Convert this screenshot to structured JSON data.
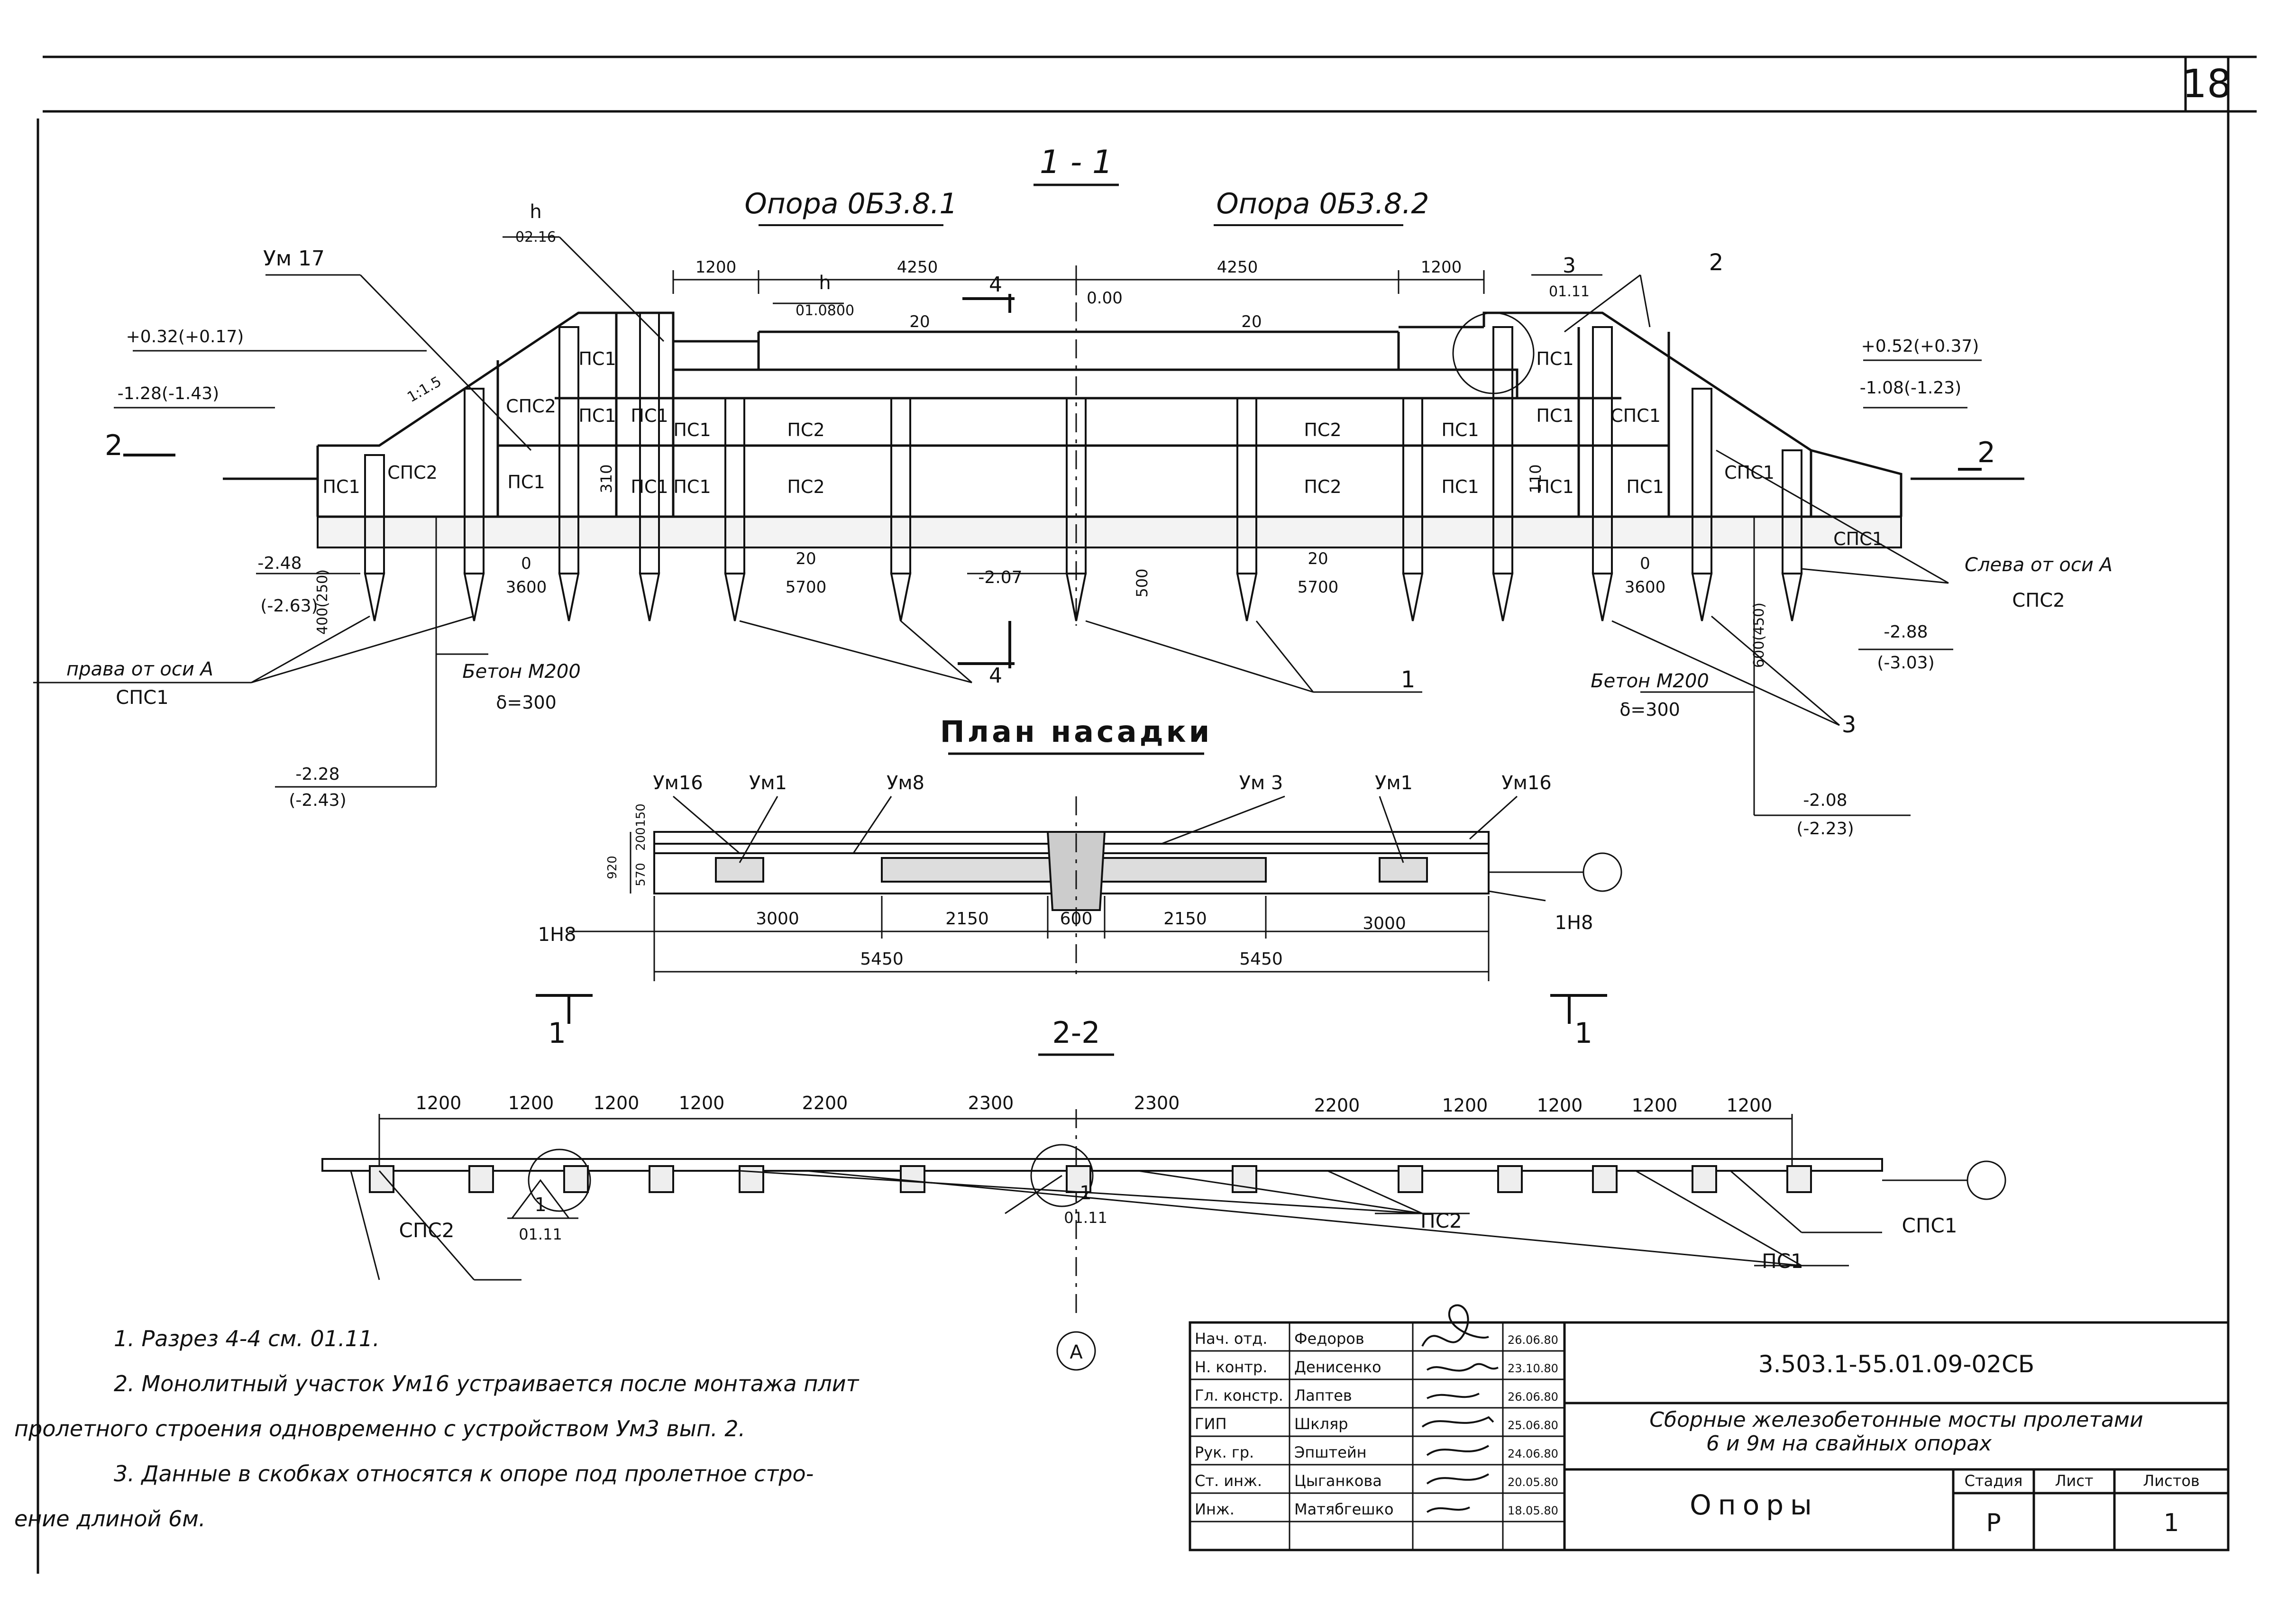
{
  "sheet_number": "18",
  "section_1_1": {
    "title": "1 - 1",
    "support_left": "Опора 0Б3.8.1",
    "support_right": "Опора 0Б3.8.2",
    "elevations": {
      "left_top": "+0.32(+0.17)",
      "left_mid": "-1.28(-1.43)",
      "left_bottom": "-2.48",
      "left_bottom_alt": "(-2.63)",
      "left_base": "-2.28",
      "left_base_alt": "(-2.43)",
      "center": "-2.07",
      "zero": "0.00",
      "right_top": "+0.52(+0.37)",
      "right_mid": "-1.08(-1.23)",
      "right_bottom": "-2.88",
      "right_bottom_alt": "(-3.03)",
      "right_base": "-2.08",
      "right_base_alt": "(-2.23)"
    },
    "dimensions": {
      "d1200_left": "1200",
      "d4250_left": "4250",
      "d4250_right": "4250",
      "d1200_right": "1200",
      "d3600_left": "3600",
      "d5700_left": "5700",
      "d5700_right": "5700",
      "d3600_right": "3600",
      "d20_a": "20",
      "d20_b": "20",
      "d20_c": "20",
      "d20_d": "20",
      "d0_left": "0",
      "d0_right": "0",
      "d500": "500",
      "d310": "310",
      "d110": "110",
      "d400_250": "400(250)",
      "d600_450": "600(450)"
    },
    "callouts": {
      "um17": "Ум 17",
      "h_left": "h",
      "h_left_ref": "02.16",
      "h_mid": "h",
      "h_mid_ref": "01.0800",
      "ref_3": "3",
      "ref_3_sheet": "01.11",
      "ref_2": "2",
      "section_4": "4",
      "section_2_left": "2",
      "section_2_right": "2",
      "slope": "1:1.5",
      "ref_1": "1",
      "ref_3_bottom": "3",
      "right_of_axis": "права от оси А",
      "right_of_axis_elem": "СПС1",
      "left_of_axis": "Слева от оси А",
      "left_of_axis_elem": "СПС2",
      "concrete_left": "Бетон М200",
      "concrete_left_thk": "δ=300",
      "concrete_right": "Бетон М200",
      "concrete_right_thk": "δ=300"
    },
    "elements": {
      "ps1": "ПС1",
      "ps2": "ПС2",
      "sps1": "СПС1",
      "sps2": "СПС2"
    }
  },
  "plan": {
    "title": "План насадки",
    "labels": [
      "Ум16",
      "Ум1",
      "Ум8",
      "Ум 3",
      "Ум1",
      "Ум16"
    ],
    "left_mark": "1Н8",
    "right_mark": "1Н8",
    "dims_top": [
      "3000",
      "2150",
      "600",
      "2150",
      "3000"
    ],
    "dims_bottom": [
      "5450",
      "5450"
    ],
    "dims_vertical": [
      "920",
      "150",
      "200",
      "570"
    ],
    "section_1_left": "1",
    "section_1_right": "1"
  },
  "section_2_2": {
    "title": "2-2",
    "spacings": [
      "1200",
      "1200",
      "1200",
      "1200",
      "2200",
      "2300",
      "2300",
      "2200",
      "1200",
      "1200",
      "1200",
      "1200"
    ],
    "label_sps2": "СПС2",
    "label_ps2": "ПС2",
    "label_ps1": "ПС1",
    "label_sps1": "СПС1",
    "callout_left_num": "1",
    "callout_left_sheet": "01.11",
    "callout_center_num": "1",
    "callout_center_sheet": "01.11",
    "axis": "А"
  },
  "notes": [
    "1. Разрез 4-4 см. 01.11.",
    "2. Монолитный участок Ум16 устраивается после монтажа плит",
    "пролетного строения одновременно с устройством Ум3 вып. 2.",
    "3. Данные в скобках относятся к опоре под пролетное стро-",
    "ение длиной 6м."
  ],
  "title_block": {
    "doc_code": "3.503.1-55.01.09-02СБ",
    "project_title_1": "Сборные железобетонные мосты пролетами",
    "project_title_2": "6 и 9м на свайных опорах",
    "sheet_title": "Опоры",
    "stage_header": "Стадия",
    "sheet_header": "Лист",
    "sheets_header": "Листов",
    "stage": "Р",
    "sheets_total": "1",
    "roles": [
      {
        "role": "Нач. отд.",
        "name": "Федоров",
        "date": "26.06.80"
      },
      {
        "role": "Н. контр.",
        "name": "Денисенко",
        "date": "23.10.80"
      },
      {
        "role": "Гл. констр.",
        "name": "Лаптев",
        "date": "26.06.80"
      },
      {
        "role": "ГИП",
        "name": "Шкляр",
        "date": "25.06.80"
      },
      {
        "role": "Рук. гр.",
        "name": "Эпштейн",
        "date": "24.06.80"
      },
      {
        "role": "Ст. инж.",
        "name": "Цыганкова",
        "date": "20.05.80"
      },
      {
        "role": "Инж.",
        "name": "Матябгешко",
        "date": "18.05.80"
      }
    ]
  }
}
